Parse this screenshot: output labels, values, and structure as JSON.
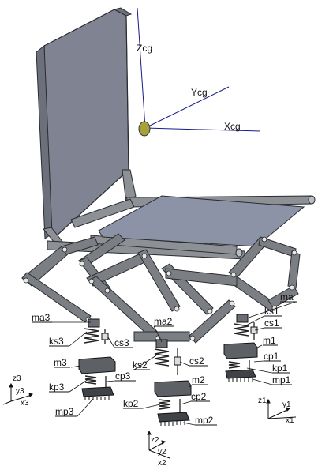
{
  "cog_axes": {
    "z": "Zcg",
    "y": "Ycg",
    "x": "Xcg"
  },
  "labels": {
    "ma": "ma",
    "ks1": "ks1",
    "cs1": "cs1",
    "m1": "m1",
    "cp1": "cp1",
    "kp1": "kp1",
    "mp1": "mp1",
    "ma3": "ma3",
    "ks3": "ks3",
    "cs3": "cs3",
    "m3": "m3",
    "cp3": "cp3",
    "kp3": "kp3",
    "mp3": "mp3",
    "ma2": "ma2",
    "ks2": "ks2",
    "cs2": "cs2",
    "m2": "m2",
    "kp2": "kp2",
    "cp2": "cp2",
    "mp2": "mp2"
  },
  "leg_axes": {
    "leg1": {
      "z": "z1",
      "y": "y1",
      "x": "x1"
    },
    "leg2": {
      "z": "z2",
      "y": "y2",
      "x": "x2"
    },
    "leg3": {
      "z": "z3",
      "y": "y3",
      "x": "x3"
    }
  }
}
